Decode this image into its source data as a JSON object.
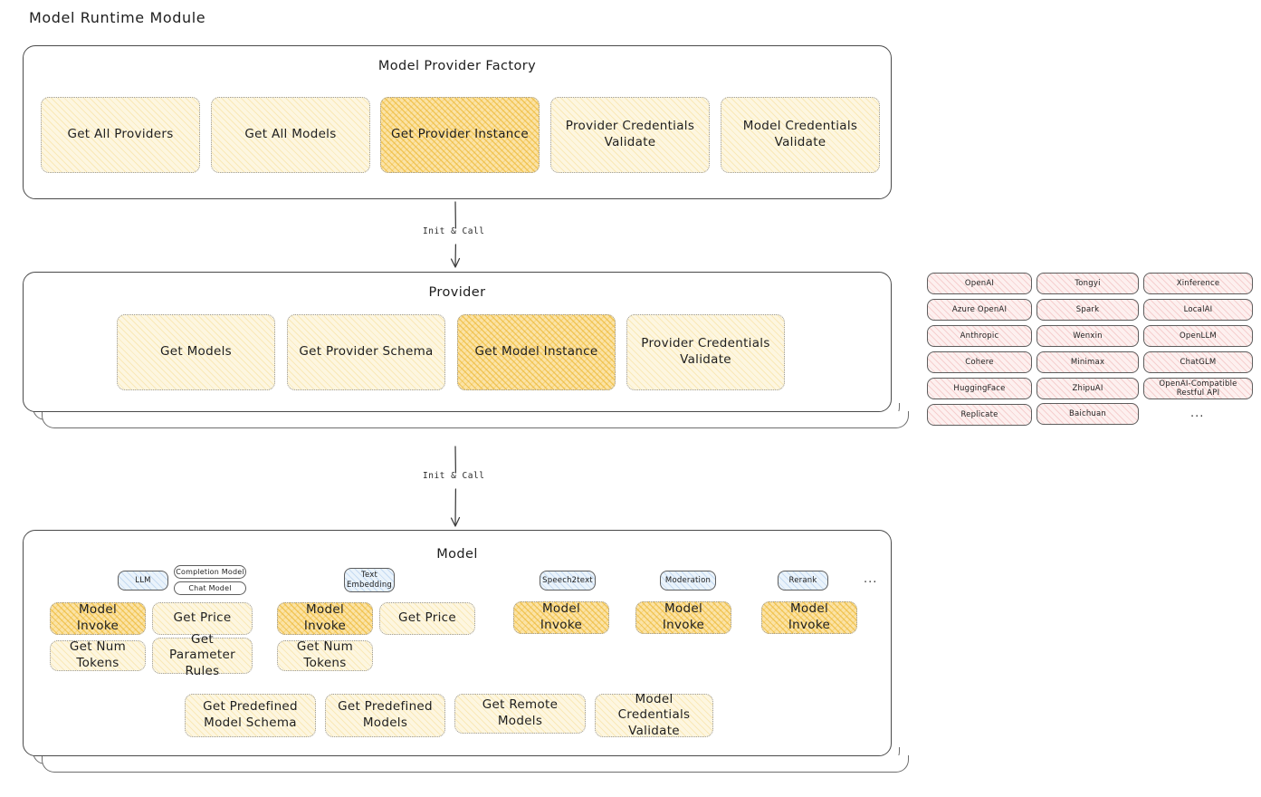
{
  "page": {
    "title": "Model Runtime Module"
  },
  "colors": {
    "cream": "#fdf6e0",
    "gold": "#fbe3a6",
    "pink": "#fdf0ef",
    "blue": "#eaf3fb",
    "stroke": "#4a4a4a",
    "text": "#1e1e1e"
  },
  "factory": {
    "title": "Model Provider Factory",
    "nodes": [
      {
        "label": "Get All Providers",
        "highlighted": false
      },
      {
        "label": "Get All Models",
        "highlighted": false
      },
      {
        "label": "Get Provider Instance",
        "highlighted": true
      },
      {
        "label": "Provider Credentials Validate",
        "highlighted": false
      },
      {
        "label": "Model Credentials Validate",
        "highlighted": false
      }
    ]
  },
  "arrows": [
    {
      "label": "Init & Call",
      "from": "Model Provider Factory",
      "to": "Provider"
    },
    {
      "label": "Init & Call",
      "from": "Provider",
      "to": "Model"
    }
  ],
  "provider": {
    "title": "Provider",
    "nodes": [
      {
        "label": "Get Models",
        "highlighted": false
      },
      {
        "label": "Get Provider Schema",
        "highlighted": false
      },
      {
        "label": "Get Model Instance",
        "highlighted": true
      },
      {
        "label": "Provider Credentials Validate",
        "highlighted": false
      }
    ]
  },
  "provider_list": {
    "ellipsis": "...",
    "columns": [
      {
        "items": [
          "OpenAI",
          "Azure OpenAI",
          "Anthropic",
          "Cohere",
          "HuggingFace",
          "Replicate"
        ]
      },
      {
        "items": [
          "Tongyi",
          "Spark",
          "Wenxin",
          "Minimax",
          "ZhipuAI",
          "Baichuan"
        ]
      },
      {
        "items": [
          "Xinference",
          "LocalAI",
          "OpenLLM",
          "ChatGLM",
          "OpenAI-Compatible Restful API"
        ]
      }
    ]
  },
  "model": {
    "title": "Model",
    "ellipsis": "...",
    "types": [
      {
        "badge": "LLM",
        "sub_badges": [
          "Completion Model",
          "Chat Model"
        ],
        "methods": [
          {
            "label": "Model Invoke",
            "highlighted": true
          },
          {
            "label": "Get Price",
            "highlighted": false
          },
          {
            "label": "Get Num Tokens",
            "highlighted": false
          },
          {
            "label": "Get Parameter Rules",
            "highlighted": false
          }
        ]
      },
      {
        "badge": "Text Embedding",
        "sub_badges": [],
        "methods": [
          {
            "label": "Model Invoke",
            "highlighted": true
          },
          {
            "label": "Get Price",
            "highlighted": false
          },
          {
            "label": "Get Num Tokens",
            "highlighted": false
          }
        ]
      },
      {
        "badge": "Speech2text",
        "sub_badges": [],
        "methods": [
          {
            "label": "Model Invoke",
            "highlighted": true
          }
        ]
      },
      {
        "badge": "Moderation",
        "sub_badges": [],
        "methods": [
          {
            "label": "Model Invoke",
            "highlighted": true
          }
        ]
      },
      {
        "badge": "Rerank",
        "sub_badges": [],
        "methods": [
          {
            "label": "Model Invoke",
            "highlighted": true
          }
        ]
      }
    ],
    "common_methods": [
      {
        "label": "Get Predefined Model Schema",
        "highlighted": false
      },
      {
        "label": "Get Predefined Models",
        "highlighted": false
      },
      {
        "label": "Get Remote Models",
        "highlighted": false
      },
      {
        "label": "Model Credentials Validate",
        "highlighted": false
      }
    ]
  }
}
